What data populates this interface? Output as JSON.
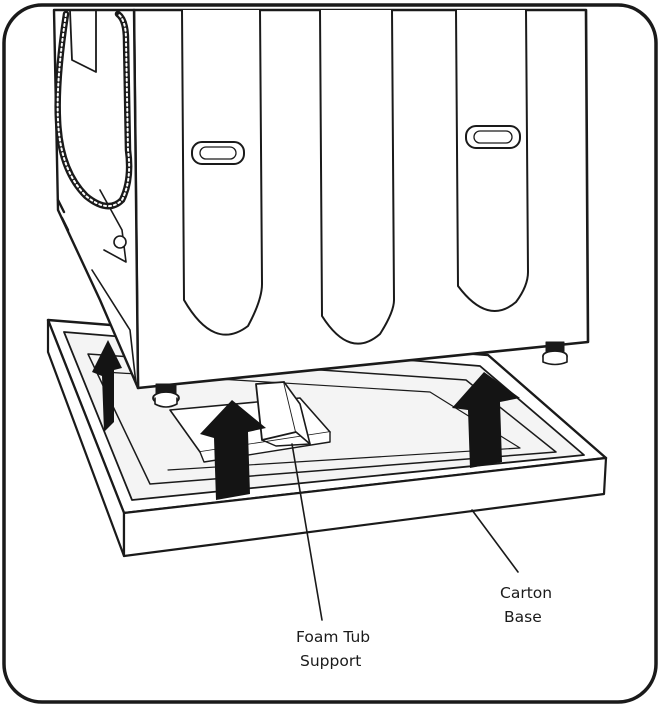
{
  "labels": {
    "foam_tub_support": [
      "Foam Tub",
      "Support"
    ],
    "carton_base": [
      "Carton",
      "Base"
    ]
  },
  "colors": {
    "ink": "#1a1a1a",
    "arrow": "#141414",
    "paper": "#ffffff",
    "floor_shade": "#f4f4f4"
  },
  "icons": {
    "lift_arrow": "up-arrow-icon",
    "leveling_foot": "leveling-foot-icon"
  }
}
